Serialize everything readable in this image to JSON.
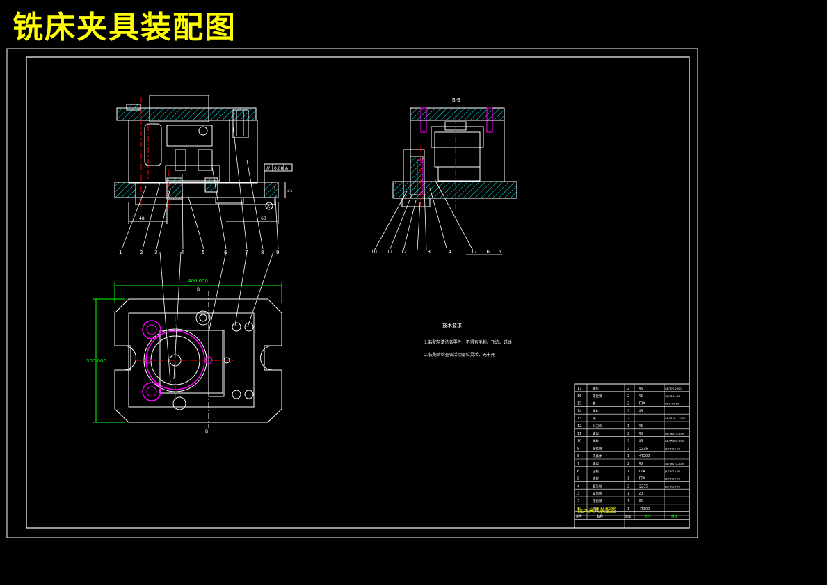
{
  "title": "铣床夹具装配图",
  "section_label": "B-B",
  "datum_label": "A",
  "tolerance_frame": [
    "//",
    "0.08",
    "A"
  ],
  "dims": {
    "width": "400,000",
    "height": "300,000",
    "d48": "48",
    "d63": "63",
    "d31": "31",
    "dB_top": "B",
    "dB_bot": "B"
  },
  "balloons_front": [
    "1",
    "2",
    "3",
    "4",
    "5",
    "6",
    "7",
    "8",
    "9"
  ],
  "balloons_section": [
    "10",
    "11",
    "12",
    "13",
    "14",
    "17",
    "16",
    "15"
  ],
  "notes": {
    "heading": "技术要求",
    "line1": "1.装配前清洗各零件，不得有毛刺、飞边、锈蚀",
    "line2": "2.装配后检查各活动部位灵活，无卡死"
  },
  "bom": {
    "rows": [
      {
        "no": "17",
        "name": "螺钉",
        "qty": "2",
        "mat": "45",
        "std": "GB/T70-2000"
      },
      {
        "no": "16",
        "name": "定位销",
        "qty": "2",
        "mat": "45",
        "std": "GB/T119-86"
      },
      {
        "no": "15",
        "name": "套",
        "qty": "2",
        "mat": "T8A",
        "std": "GB2263-80"
      },
      {
        "no": "14",
        "name": "螺钉",
        "qty": "2",
        "mat": "45",
        "std": ""
      },
      {
        "no": "13",
        "name": "销",
        "qty": "2",
        "mat": "",
        "std": "GB/T119.1-2000"
      },
      {
        "no": "12",
        "name": "对刀块",
        "qty": "1",
        "mat": "45",
        "std": ""
      },
      {
        "no": "11",
        "name": "螺母",
        "qty": "2",
        "mat": "45",
        "std": "GB/T6170-2000"
      },
      {
        "no": "10",
        "name": "螺栓",
        "qty": "2",
        "mat": "45",
        "std": "GB/T5780-2000"
      },
      {
        "no": "9",
        "name": "定位键",
        "qty": "2",
        "mat": "Q235",
        "std": "JB/T8016-99"
      },
      {
        "no": "8",
        "name": "夹具体",
        "qty": "1",
        "mat": "HT200",
        "std": ""
      },
      {
        "no": "7",
        "name": "螺母",
        "qty": "2",
        "mat": "45",
        "std": "GB/T6170-2000"
      },
      {
        "no": "6",
        "name": "压板",
        "qty": "1",
        "mat": "T7A",
        "std": "JB/T8010-99"
      },
      {
        "no": "5",
        "name": "支钉",
        "qty": "1",
        "mat": "T7A",
        "std": "JB/T8029-99"
      },
      {
        "no": "4",
        "name": "菱形销",
        "qty": "2",
        "mat": "Q235",
        "std": "JB/T8014-99"
      },
      {
        "no": "3",
        "name": "支承板",
        "qty": "1",
        "mat": "20",
        "std": ""
      },
      {
        "no": "2",
        "name": "定位销",
        "qty": "1",
        "mat": "45",
        "std": ""
      },
      {
        "no": "1",
        "name": "底座",
        "qty": "1",
        "mat": "HT200",
        "std": ""
      }
    ],
    "header": {
      "no": "序号",
      "name": "名称",
      "qty": "数量",
      "mat": "材料",
      "std": "备注"
    },
    "drawing_name": "铣床夹具装配图"
  },
  "colors": {
    "background": "#000000",
    "line": "#ffffff",
    "center": "#ff0000",
    "hatch": "#00ffff",
    "bolt": "#ff00ff",
    "dimension": "#00ff00",
    "title": "#ffff00"
  }
}
